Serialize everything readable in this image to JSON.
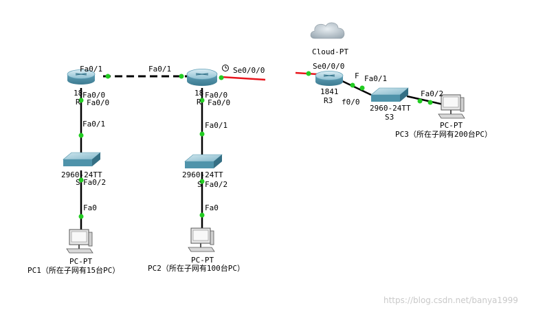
{
  "links": {
    "r1_r2": {
      "left_port": "Fa0/1",
      "right_port": "Fa0/1"
    },
    "r2_cloud": {
      "left_port": "Se0/0/0",
      "right_port": "Se0/0/0"
    },
    "r1_s1": {
      "top_port": "Fa0/0",
      "bottom_port": "Fa0/1"
    },
    "r2_s2": {
      "top_port": "Fa0/0",
      "bottom_port": "Fa0/1"
    },
    "s1_pc1": {
      "top_port": "Fa0/2",
      "bottom_port": "Fa0"
    },
    "s2_pc2": {
      "top_port": "Fa0/2",
      "bottom_port": "Fa0"
    },
    "r3_s3": {
      "left_port": "f0/0",
      "right_port": "Fa0/1",
      "left_port_partial": "F"
    },
    "s3_pc3": {
      "left_port": "Fa0/2",
      "right_port": ""
    }
  },
  "devices": {
    "r1": {
      "model": "18",
      "name": "R",
      "overlap_text": "Fa0/0"
    },
    "r2": {
      "model": "18",
      "name": "R",
      "overlap_text": "Fa0/0"
    },
    "r3": {
      "model": "1841",
      "name": "R3"
    },
    "cloud": {
      "name": "Cloud-PT"
    },
    "s1": {
      "model": "2960-24TT",
      "name": "S"
    },
    "s2": {
      "model": "2960-24TT",
      "name": "S"
    },
    "s3": {
      "model": "2960-24TT",
      "name": "S3"
    },
    "pc1": {
      "model": "PC-PT",
      "caption": "PC1（所在子网有15台PC）"
    },
    "pc2": {
      "model": "PC-PT",
      "caption": "PC2（所在子网有100台PC）"
    },
    "pc3": {
      "model": "PC-PT",
      "caption": "PC3（所在子网有200台PC）"
    }
  },
  "watermark": "https://blog.csdn.net/banya1999",
  "colors": {
    "link": "#000000",
    "serial": "#e8141c",
    "link_up": "#22cc22",
    "router_body": "#5f9fb6",
    "switch_body": "#4f93aa"
  }
}
